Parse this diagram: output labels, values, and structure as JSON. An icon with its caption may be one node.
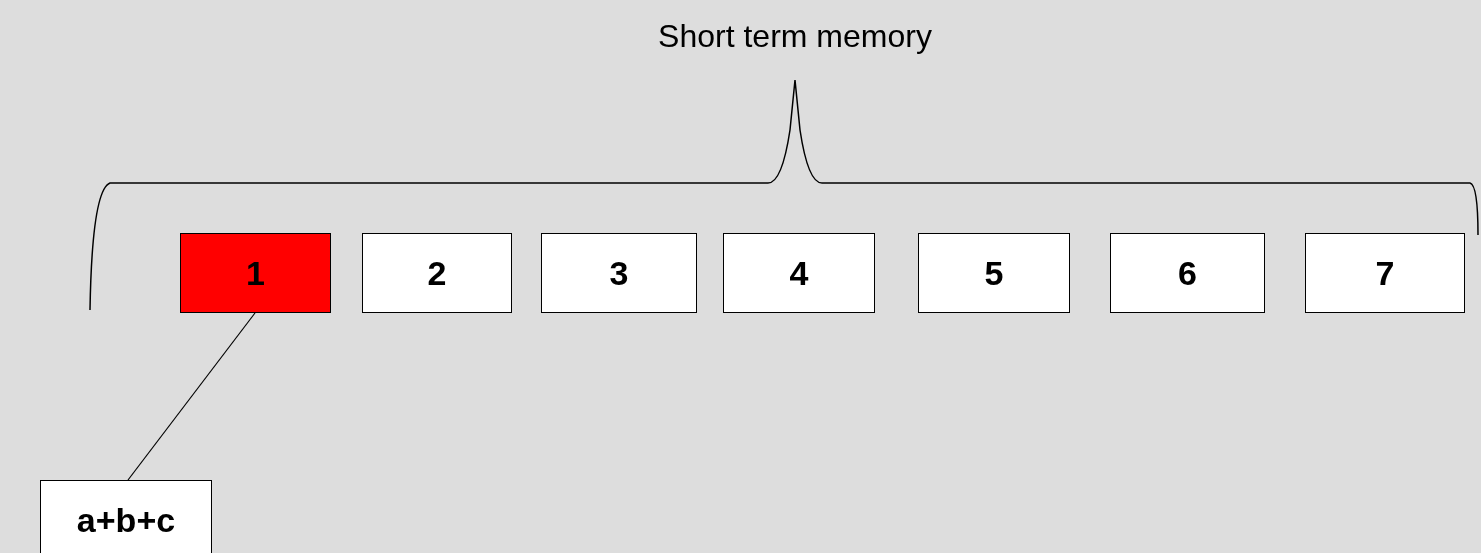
{
  "diagram": {
    "title": "Short term memory",
    "nodes": [
      {
        "text": [
          "1"
        ]
      },
      {
        "text": [
          "2"
        ]
      },
      {
        "text": [
          "3"
        ]
      },
      {
        "text": [
          "4"
        ]
      },
      {
        "text": [
          "5"
        ]
      },
      {
        "text": [
          "6"
        ]
      },
      {
        "text": [
          "7"
        ]
      },
      {
        "text": [
          "a+b+c"
        ]
      }
    ],
    "edges": [
      {
        "from": 7,
        "to": 0,
        "arrow": "none"
      }
    ]
  }
}
